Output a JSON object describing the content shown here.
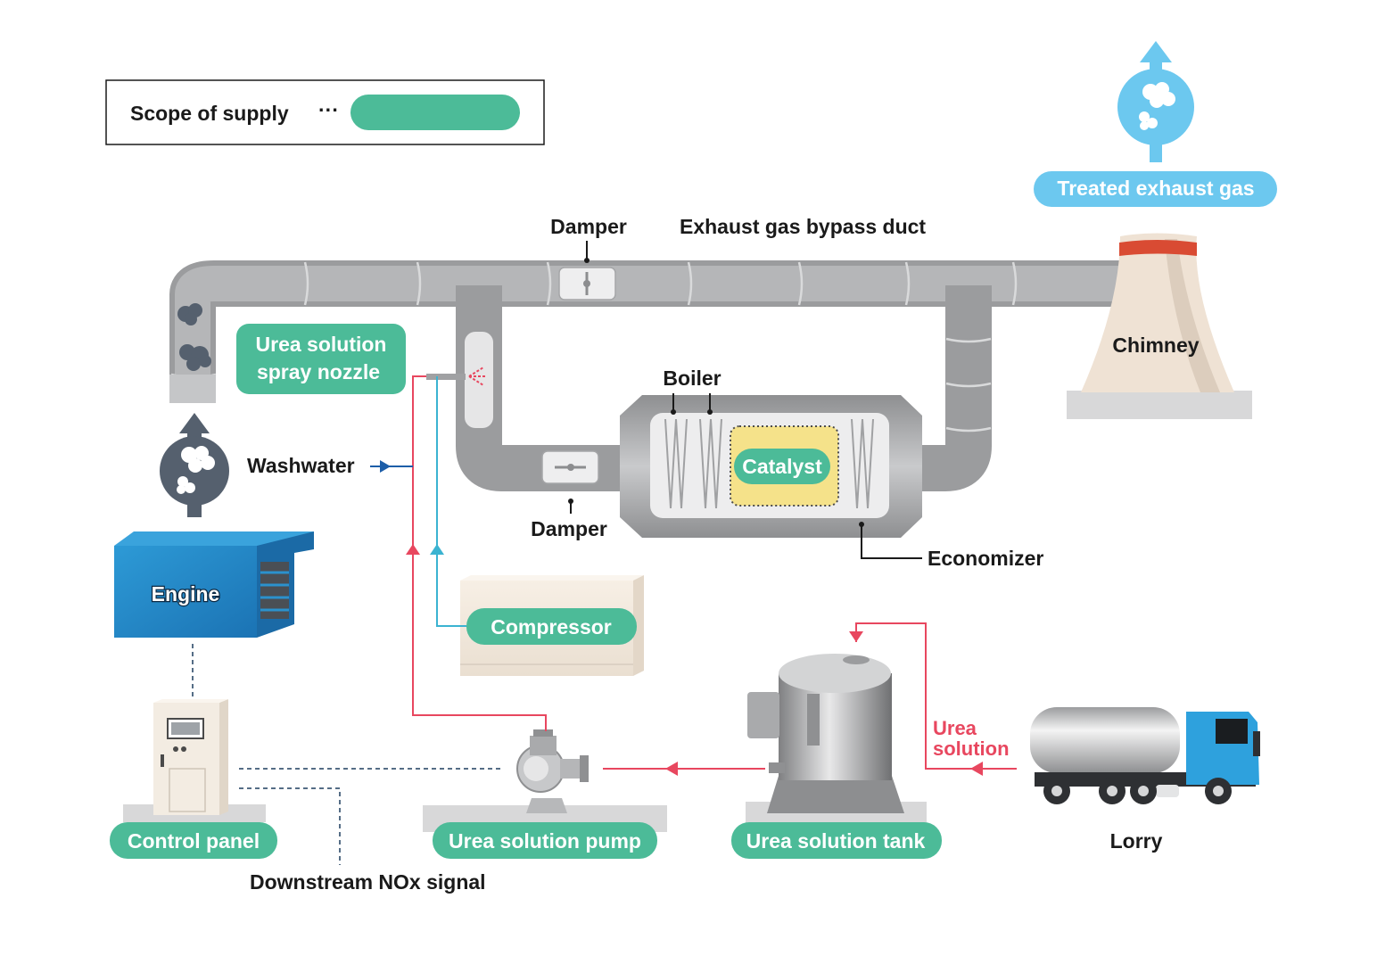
{
  "legend": {
    "label": "Scope of supply",
    "dots": "···",
    "swatch_color": "#4cbb98"
  },
  "colors": {
    "scope_green": "#4cbb98",
    "sky_blue": "#6cc8ef",
    "duct_gray": "#9a9b9d",
    "urea_red": "#e8475f",
    "air_cyan": "#3bb3d1",
    "water_blue": "#1d5ea8",
    "engine_blue": "#1f8fd0",
    "catalyst_yellow": "#f5e28a",
    "chimney_beige": "#efe2d4",
    "chimney_band": "#d94b33"
  },
  "labels": {
    "treated_exhaust_gas": "Treated exhaust gas",
    "damper_top": "Damper",
    "bypass_duct": "Exhaust gas bypass duct",
    "chimney": "Chimney",
    "spray_nozzle_line1": "Urea solution",
    "spray_nozzle_line2": "spray nozzle",
    "boiler": "Boiler",
    "catalyst": "Catalyst",
    "washwater": "Washwater",
    "damper_bottom": "Damper",
    "economizer": "Economizer",
    "engine": "Engine",
    "compressor": "Compressor",
    "urea_solution_line1": "Urea",
    "urea_solution_line2": "solution",
    "control_panel": "Control panel",
    "urea_pump": "Urea solution pump",
    "urea_tank": "Urea solution tank",
    "lorry": "Lorry",
    "nox_signal": "Downstream NOx signal"
  },
  "icons": [
    "exhaust-gas-icon",
    "treated-gas-icon",
    "nozzle-spray-icon",
    "pump-icon",
    "tank-icon",
    "lorry-icon",
    "control-panel-icon",
    "engine-icon",
    "compressor-icon",
    "chimney-icon"
  ]
}
